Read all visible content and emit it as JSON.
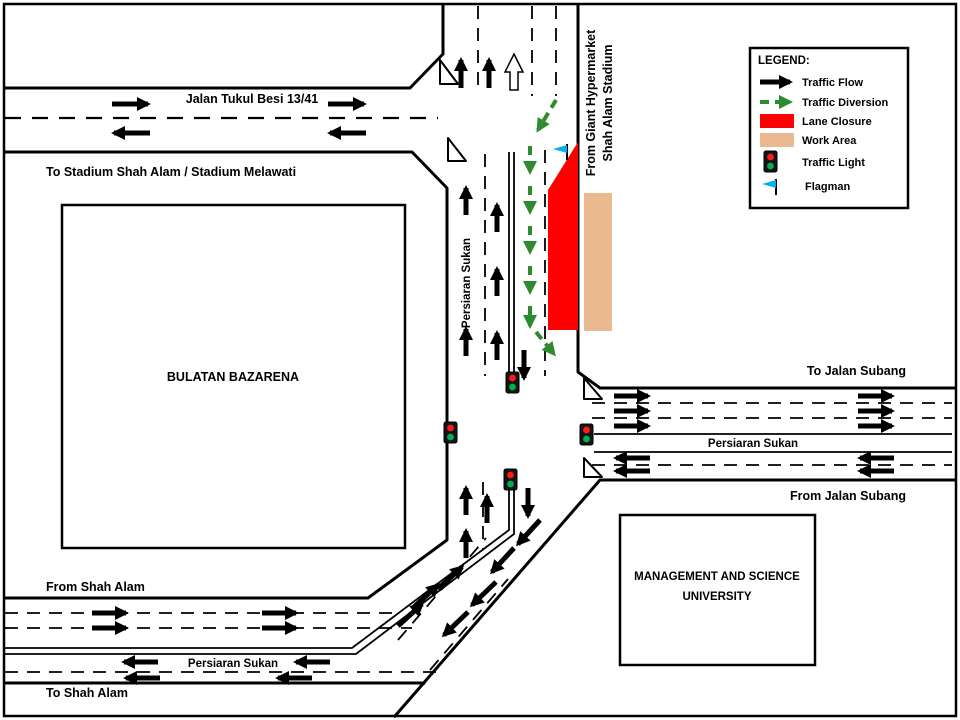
{
  "diagram": {
    "roads": {
      "jalan_tukul_besi": "Jalan Tukul Besi 13/41",
      "to_stadium": "To Stadium Shah Alam / Stadium Melawati",
      "persiaran_sukan_north": "Persiaran Sukan",
      "from_giant_line1": "From Giant Hypermarket",
      "from_giant_line2": "Shah Alam Stadium",
      "to_jalan_subang": "To Jalan Subang",
      "persiaran_sukan_east": "Persiaran Sukan",
      "from_jalan_subang": "From Jalan Subang",
      "from_shah_alam": "From Shah Alam",
      "persiaran_sukan_south": "Persiaran Sukan",
      "to_shah_alam": "To Shah Alam"
    },
    "places": {
      "bulatan_bazarena": "BULATAN BAZARENA",
      "msu_line1": "MANAGEMENT  AND SCIENCE",
      "msu_line2": "UNIVERSITY"
    }
  },
  "legend": {
    "title": "LEGEND:",
    "items": [
      {
        "label": "Traffic Flow",
        "icon": "traffic-flow-arrow-icon"
      },
      {
        "label": "Traffic Diversion",
        "icon": "traffic-diversion-arrow-icon"
      },
      {
        "label": "Lane Closure",
        "icon": "lane-closure-swatch"
      },
      {
        "label": "Work Area",
        "icon": "work-area-swatch"
      },
      {
        "label": "Traffic Light",
        "icon": "traffic-light-icon"
      },
      {
        "label": "Flagman",
        "icon": "flagman-flag-icon"
      }
    ]
  },
  "colors": {
    "lane_closure": "#ff0000",
    "work_area": "#eab98f",
    "diversion_green": "#2e8b2e",
    "flag_blue": "#00b0f0",
    "signal_red": "#ff1a1a",
    "signal_green": "#00b050"
  }
}
